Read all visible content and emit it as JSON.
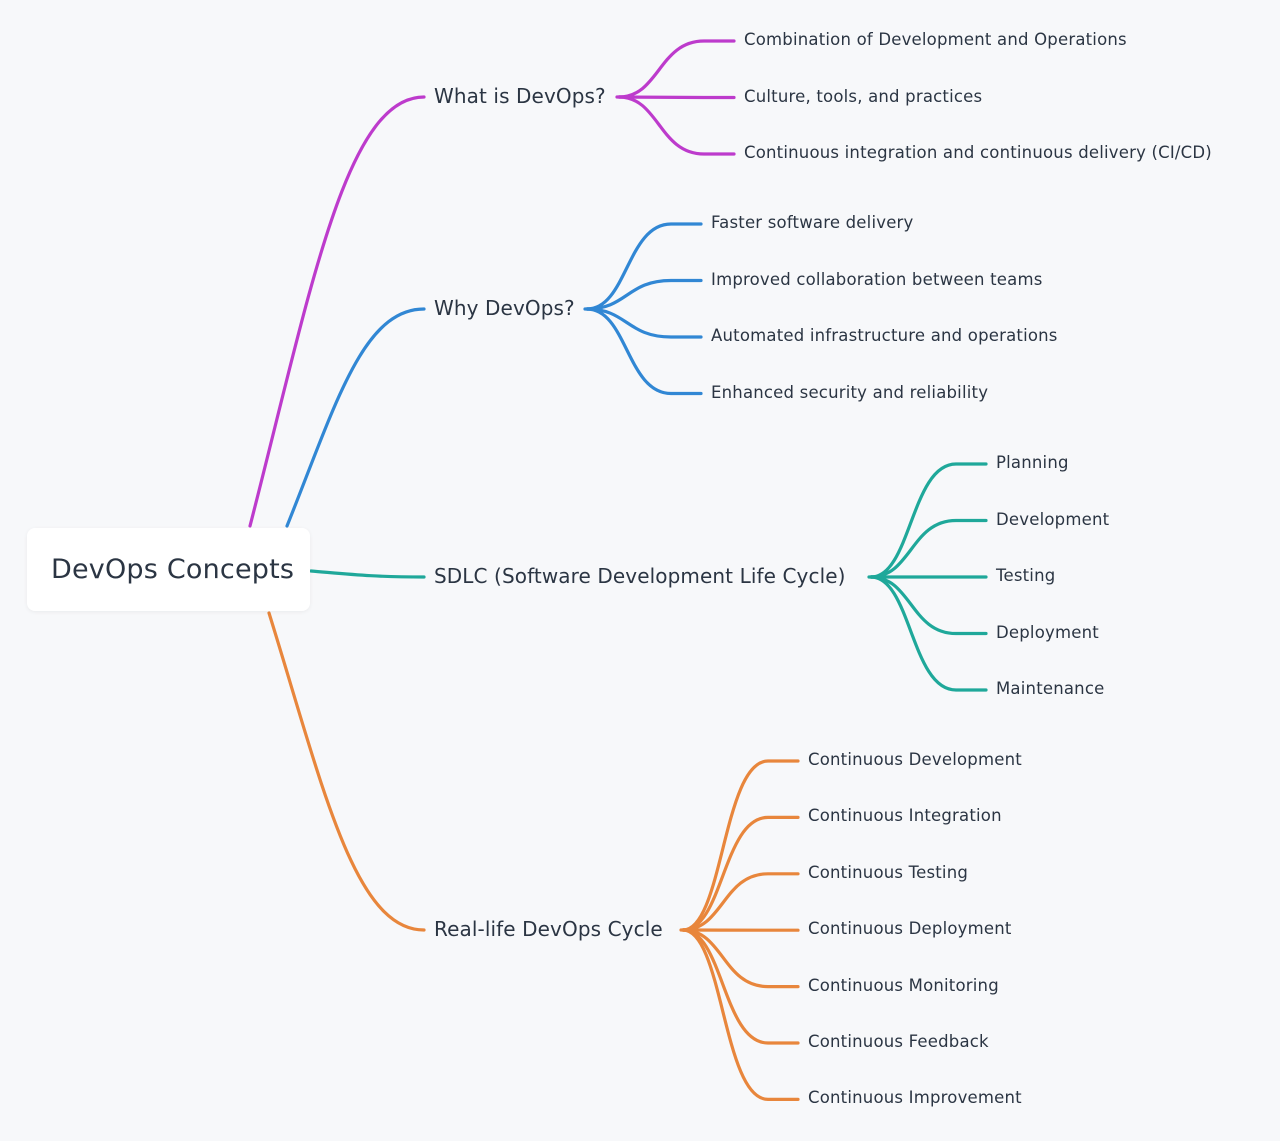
{
  "root": {
    "label": "DevOps Concepts"
  },
  "branches": [
    {
      "label": "What is DevOps?",
      "color": "#bd3bcc",
      "children": [
        "Combination of Development and Operations",
        "Culture, tools, and practices",
        "Continuous integration and continuous delivery (CI/CD)"
      ]
    },
    {
      "label": "Why DevOps?",
      "color": "#3187d4",
      "children": [
        "Faster software delivery",
        "Improved collaboration between teams",
        "Automated infrastructure and operations",
        "Enhanced security and reliability"
      ]
    },
    {
      "label": "SDLC (Software Development Life Cycle)",
      "color": "#1fa89a",
      "children": [
        "Planning",
        "Development",
        "Testing",
        "Deployment",
        "Maintenance"
      ]
    },
    {
      "label": "Real-life DevOps Cycle",
      "color": "#e8863c",
      "children": [
        "Continuous Development",
        "Continuous Integration",
        "Continuous Testing",
        "Continuous Deployment",
        "Continuous Monitoring",
        "Continuous Feedback",
        "Continuous Improvement"
      ]
    }
  ]
}
